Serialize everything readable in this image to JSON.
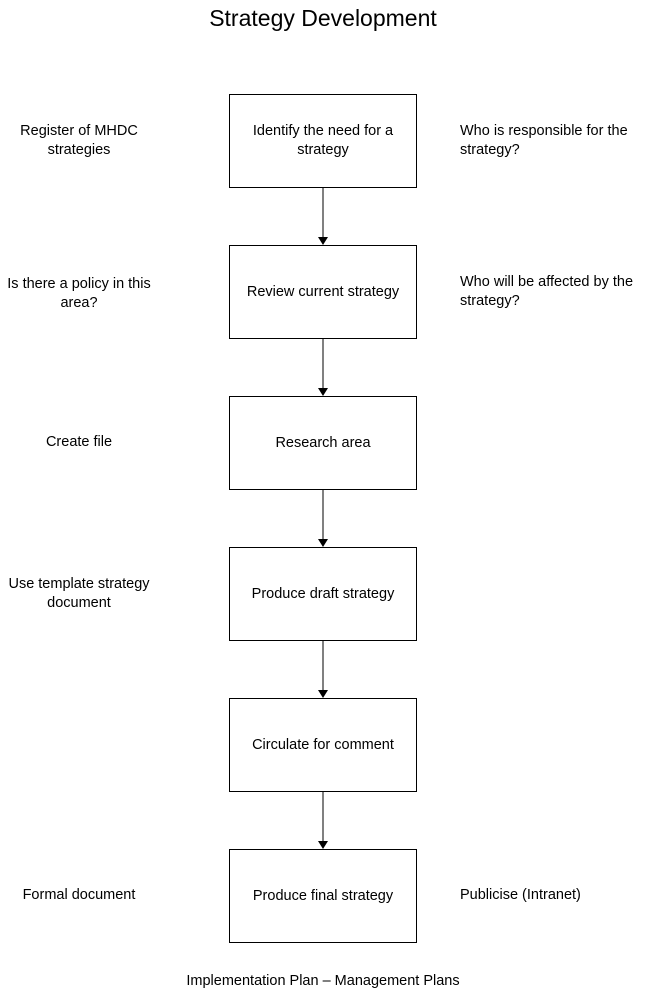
{
  "title": "Strategy Development",
  "footer": "Implementation Plan – Management Plans",
  "steps": [
    {
      "label_lines": [
        "Identify the need for a",
        "strategy"
      ],
      "left_note_lines": [
        "Register of MHDC",
        "strategies"
      ],
      "right_note_lines": [
        "Who is responsible for the",
        "strategy?"
      ]
    },
    {
      "label_lines": [
        "Review current strategy"
      ],
      "left_note_lines": [
        "Is there a policy in this",
        "area?"
      ],
      "right_note_lines": [
        "Who will be affected by the",
        "strategy?"
      ]
    },
    {
      "label_lines": [
        "Research area"
      ],
      "left_note_lines": [
        "Create file"
      ],
      "right_note_lines": []
    },
    {
      "label_lines": [
        "Produce draft strategy"
      ],
      "left_note_lines": [
        "Use template strategy",
        "document"
      ],
      "right_note_lines": []
    },
    {
      "label_lines": [
        "Circulate for comment"
      ],
      "left_note_lines": [],
      "right_note_lines": []
    },
    {
      "label_lines": [
        "Produce final strategy"
      ],
      "left_note_lines": [
        "Formal document"
      ],
      "right_note_lines": [
        "Publicise (Intranet)"
      ]
    }
  ]
}
